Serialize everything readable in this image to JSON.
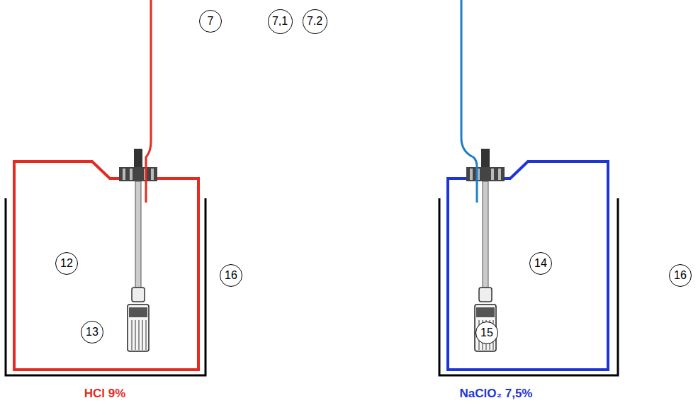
{
  "diagram": {
    "labels": [
      "7",
      "7,1",
      "7.2",
      "12",
      "13",
      "16",
      "14",
      "15",
      "16",
      "HCl 9%",
      "NaClO₂ 7,5%"
    ]
  }
}
